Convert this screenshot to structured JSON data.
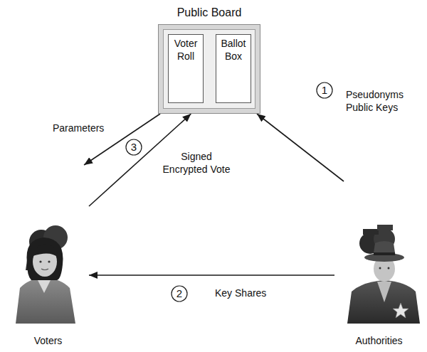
{
  "diagram": {
    "nodes": [
      {
        "text": [
          "Public Board"
        ]
      },
      {
        "text": [
          "Voter Roll"
        ],
        "in": 0
      },
      {
        "text": [
          "Ballot Box"
        ],
        "in": 0
      },
      {
        "text": [
          "Voters"
        ]
      },
      {
        "text": [
          "Authorities"
        ]
      }
    ],
    "edges": [
      {
        "from": 0,
        "to": 3,
        "label": "Parameters",
        "arrow": "to"
      },
      {
        "from": 3,
        "to": 0,
        "label": "Signed Encrypted Vote",
        "arrow": "to"
      },
      {
        "from": 4,
        "to": 0,
        "label": "Pseudonyms Public Keys",
        "arrow": "to"
      },
      {
        "from": 4,
        "to": 3,
        "label": "Key Shares",
        "arrow": "to"
      }
    ],
    "labels": [
      "1",
      "2",
      "3"
    ]
  }
}
